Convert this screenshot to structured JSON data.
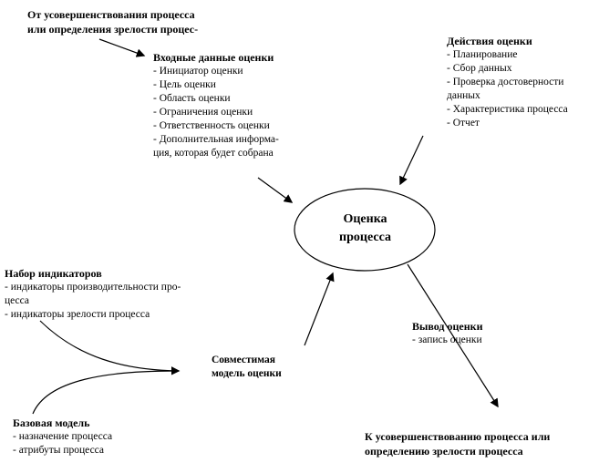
{
  "colors": {
    "ink": "#000000",
    "background": "#ffffff"
  },
  "diagram": {
    "top_left_source": {
      "line1": "От усовершенствования процесса",
      "line2": "или определения зрелости процес-"
    },
    "inputs": {
      "title": "Входные данные оценки",
      "items": [
        "- Инициатор оценки",
        "- Цель оценки",
        "- Область оценки",
        "- Ограничения оценки",
        "- Ответственность оценки",
        "- Дополнительная информа-",
        "ция, которая будет собрана"
      ]
    },
    "actions": {
      "title": "Действия оценки",
      "items": [
        "- Планирование",
        "- Сбор данных",
        "- Проверка достоверности",
        "данных",
        "- Характеристика процесса",
        "- Отчет"
      ]
    },
    "center_ellipse": {
      "line1": "Оценка",
      "line2": "процесса"
    },
    "indicators": {
      "title": "Набор индикаторов",
      "items": [
        "- индикаторы производительности про-",
        "цесса",
        "- индикаторы зрелости процесса"
      ]
    },
    "base_model": {
      "title": "Базовая модель",
      "items": [
        "- назначение процесса",
        "- атрибуты процесса"
      ]
    },
    "compatible_model": {
      "line1": "Совместимая",
      "line2": "модель оценки"
    },
    "output": {
      "title": "Вывод оценки",
      "items": [
        "- запись оценки"
      ]
    },
    "bottom_right_target": {
      "line1": "К усовершенствованию процесса или",
      "line2": "определению зрелости процесса"
    }
  }
}
